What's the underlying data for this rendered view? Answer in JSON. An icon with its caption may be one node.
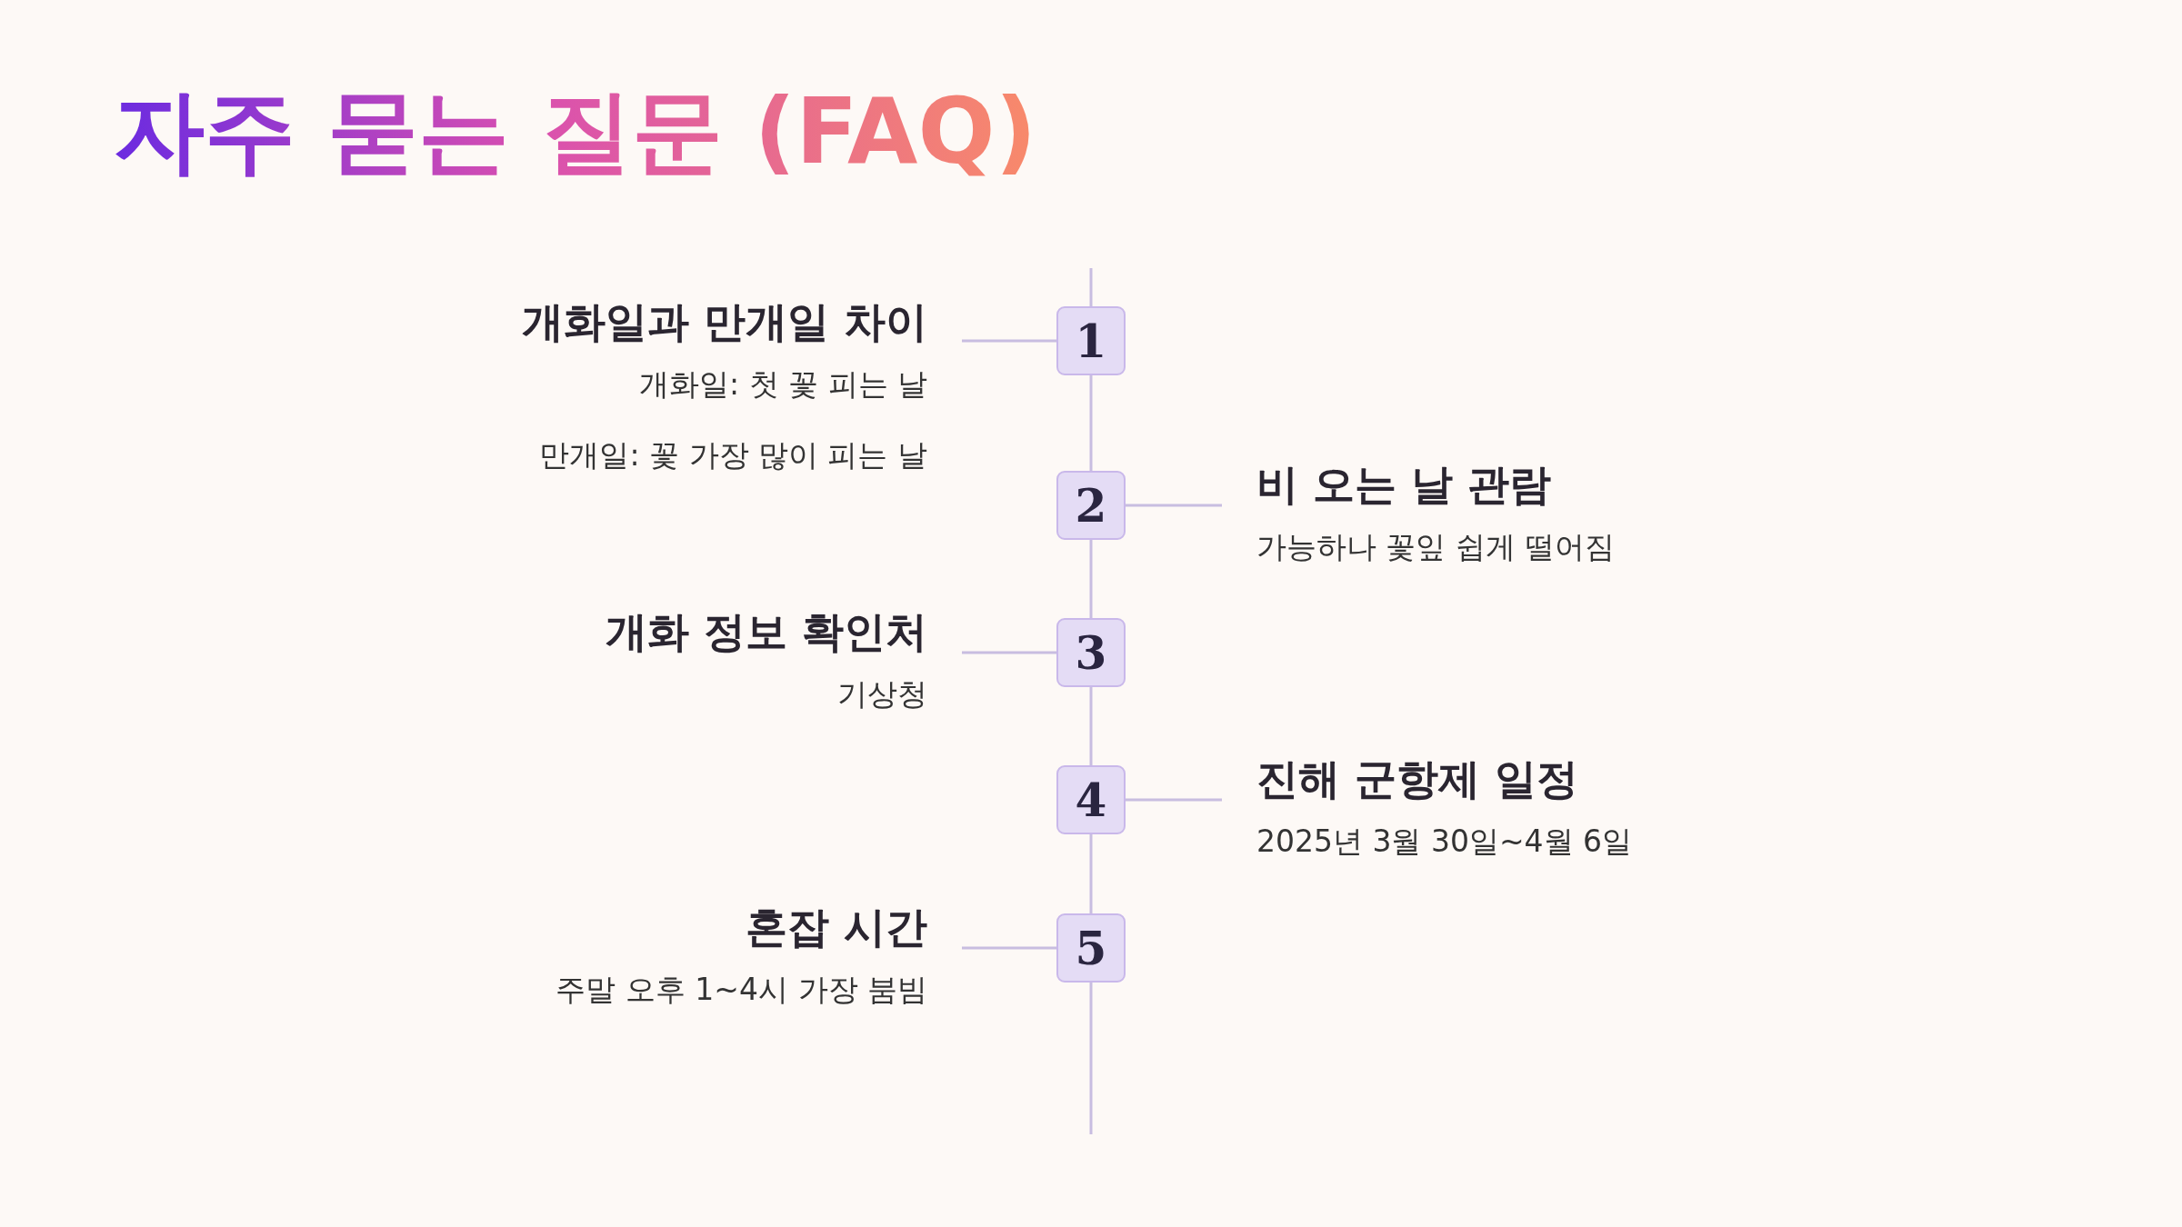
{
  "diagram": {
    "title": "자주 묻는 질문 (FAQ)",
    "nodes": [
      {
        "text": [
          "1"
        ]
      },
      {
        "text": [
          "2"
        ]
      },
      {
        "text": [
          "3"
        ]
      },
      {
        "text": [
          "4"
        ]
      },
      {
        "text": [
          "5"
        ]
      },
      {
        "text": [
          "개화일과 만개일 차이",
          "개화일: 첫 꽃 피는 날",
          "만개일: 꽃 가장 많이 피는 날"
        ]
      },
      {
        "text": [
          "비 오는 날 관람",
          "가능하나 꽃잎 쉽게 떨어짐"
        ]
      },
      {
        "text": [
          "개화 정보 확인처",
          "기상청"
        ]
      },
      {
        "text": [
          "진해 군항제 일정",
          "2025년 3월 30일~4월 6일"
        ]
      },
      {
        "text": [
          "혼잡 시간",
          "주말 오후 1~4시 가장 붐빔"
        ]
      }
    ],
    "edges": [
      {
        "from": 0,
        "to": 1,
        "arrow": "none"
      },
      {
        "from": 1,
        "to": 2,
        "arrow": "none"
      },
      {
        "from": 2,
        "to": 3,
        "arrow": "none"
      },
      {
        "from": 3,
        "to": 4,
        "arrow": "none"
      },
      {
        "from": 0,
        "to": 5,
        "arrow": "none"
      },
      {
        "from": 1,
        "to": 6,
        "arrow": "none"
      },
      {
        "from": 2,
        "to": 7,
        "arrow": "none"
      },
      {
        "from": 3,
        "to": 8,
        "arrow": "none"
      },
      {
        "from": 4,
        "to": 9,
        "arrow": "none"
      }
    ]
  }
}
